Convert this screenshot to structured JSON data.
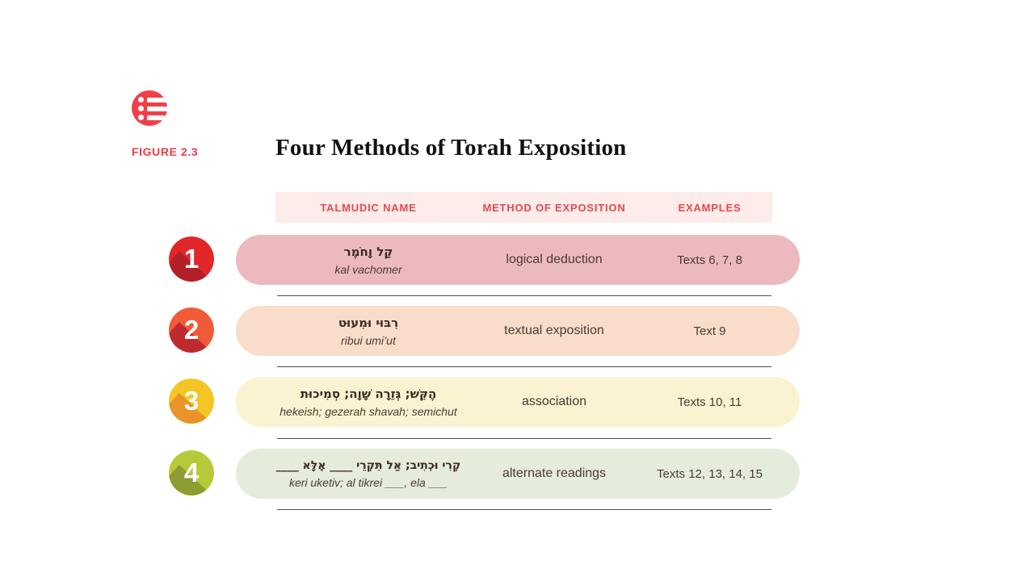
{
  "figure": {
    "label": "FIGURE 2.3",
    "title": "Four Methods of Torah Exposition"
  },
  "logo": {
    "icon": "bulleted-list-logo",
    "color": "#ef4049"
  },
  "table": {
    "headers": [
      "TALMUDIC NAME",
      "METHOD OF EXPOSITION",
      "EXAMPLES"
    ],
    "header_bg": "#fdecea",
    "header_text_color": "#ea474c",
    "rows": [
      {
        "number": "1",
        "hebrew": "קַל וָחֹמֶר",
        "transliteration": "kal vachomer",
        "method": "logical deduction",
        "examples": "Texts 6, 7, 8",
        "row_bg": "#ecbabe",
        "badge_color": "#e2272a",
        "badge_shadow": "#b42027"
      },
      {
        "number": "2",
        "hebrew": "רִבּוּי וּמִעוּט",
        "transliteration": "ribui umi’ut",
        "method": "textual exposition",
        "examples": "Text 9",
        "row_bg": "#f9dcca",
        "badge_color": "#f15a39",
        "badge_shadow": "#bf2b2d"
      },
      {
        "number": "3",
        "hebrew": "הֶקֵּשׁ; גְּזֵרָה שָׁוָה; סְמִיכוּת",
        "transliteration": "hekeish; gezerah shavah; semichut",
        "method": "association",
        "examples": "Texts 10, 11",
        "row_bg": "#faf3d1",
        "badge_color": "#f3c527",
        "badge_shadow": "#e89428"
      },
      {
        "number": "4",
        "hebrew": "קְרִי וּכְתִיב; אַל תִּקְרֵי ____ אֶלָּא ____",
        "transliteration": "keri uketiv; al tikrei ___, ela ___",
        "method": "alternate readings",
        "examples": "Texts 12, 13, 14, 15",
        "row_bg": "#e5ecdc",
        "badge_color": "#b6ca39",
        "badge_shadow": "#8e9c31"
      }
    ]
  }
}
